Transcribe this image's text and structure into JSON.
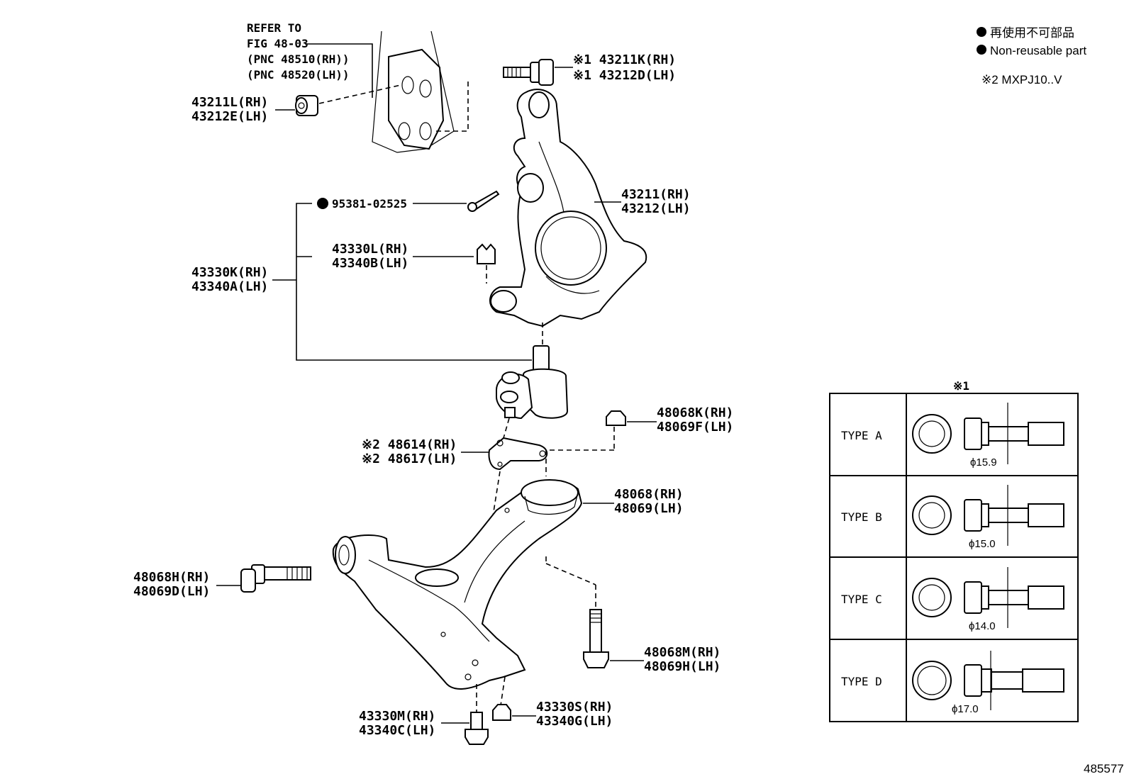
{
  "legend": {
    "non_reusable_jp": "再使用不可部品",
    "non_reusable_en": "Non-reusable part",
    "note2": "※2 MXPJ10..V"
  },
  "refer": {
    "line1": "REFER TO",
    "line2": "FIG 48-03",
    "line3": "(PNC 48510(RH))",
    "line4": "(PNC 48520(LH))"
  },
  "labels": {
    "bolt_rh": "※1 43211K(RH)",
    "bolt_lh": "※1 43212D(LH)",
    "nut_rh": "43211L(RH)",
    "nut_lh": "43212E(LH)",
    "cotter": "95381-02525",
    "knuckle_rh": "43211(RH)",
    "knuckle_lh": "43212(LH)",
    "balljoint_nut_rh": "43330L(RH)",
    "balljoint_nut_lh": "43340B(LH)",
    "balljoint_rh": "43330K(RH)",
    "balljoint_lh": "43340A(LH)",
    "plate_rh": "※2 48614(RH)",
    "plate_lh": "※2 48617(LH)",
    "arm_nut_rh": "48068K(RH)",
    "arm_nut_lh": "48069F(LH)",
    "arm_rh": "48068(RH)",
    "arm_lh": "48069(LH)",
    "front_bolt_rh": "48068H(RH)",
    "front_bolt_lh": "48069D(LH)",
    "rear_bolt_rh": "48068M(RH)",
    "rear_bolt_lh": "48069H(LH)",
    "bj_bolt_rh": "43330M(RH)",
    "bj_bolt_lh": "43340C(LH)",
    "bj_nut2_rh": "43330S(RH)",
    "bj_nut2_lh": "43340G(LH)"
  },
  "type_table": {
    "header": "※1",
    "rows": [
      {
        "type": "TYPE  A",
        "diameter": "ϕ15.9"
      },
      {
        "type": "TYPE  B",
        "diameter": "ϕ15.0"
      },
      {
        "type": "TYPE  C",
        "diameter": "ϕ14.0"
      },
      {
        "type": "TYPE  D",
        "diameter": "ϕ17.0"
      }
    ]
  },
  "figure_id": "485577"
}
